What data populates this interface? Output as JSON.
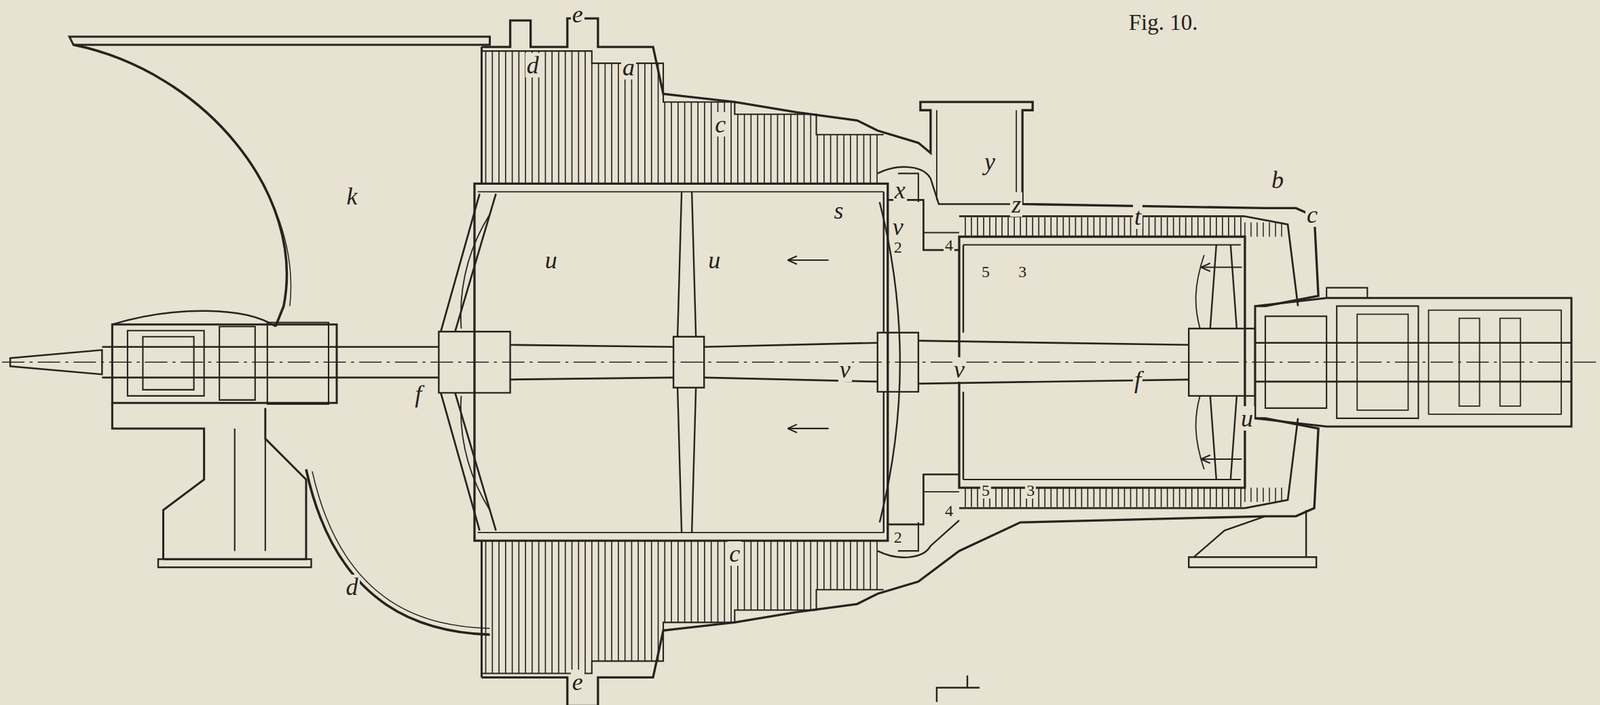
{
  "diagram": {
    "labels": [
      "Fig. 10.",
      "e",
      "d",
      "a",
      "c",
      "x",
      "y",
      "k",
      "s",
      "z",
      "b",
      "c",
      "v",
      "2",
      "4",
      "5",
      "3",
      "t",
      "u",
      "u",
      "v",
      "v",
      "f",
      "f",
      "u",
      "4",
      "5",
      "3",
      "2",
      "d",
      "c",
      "e"
    ]
  }
}
